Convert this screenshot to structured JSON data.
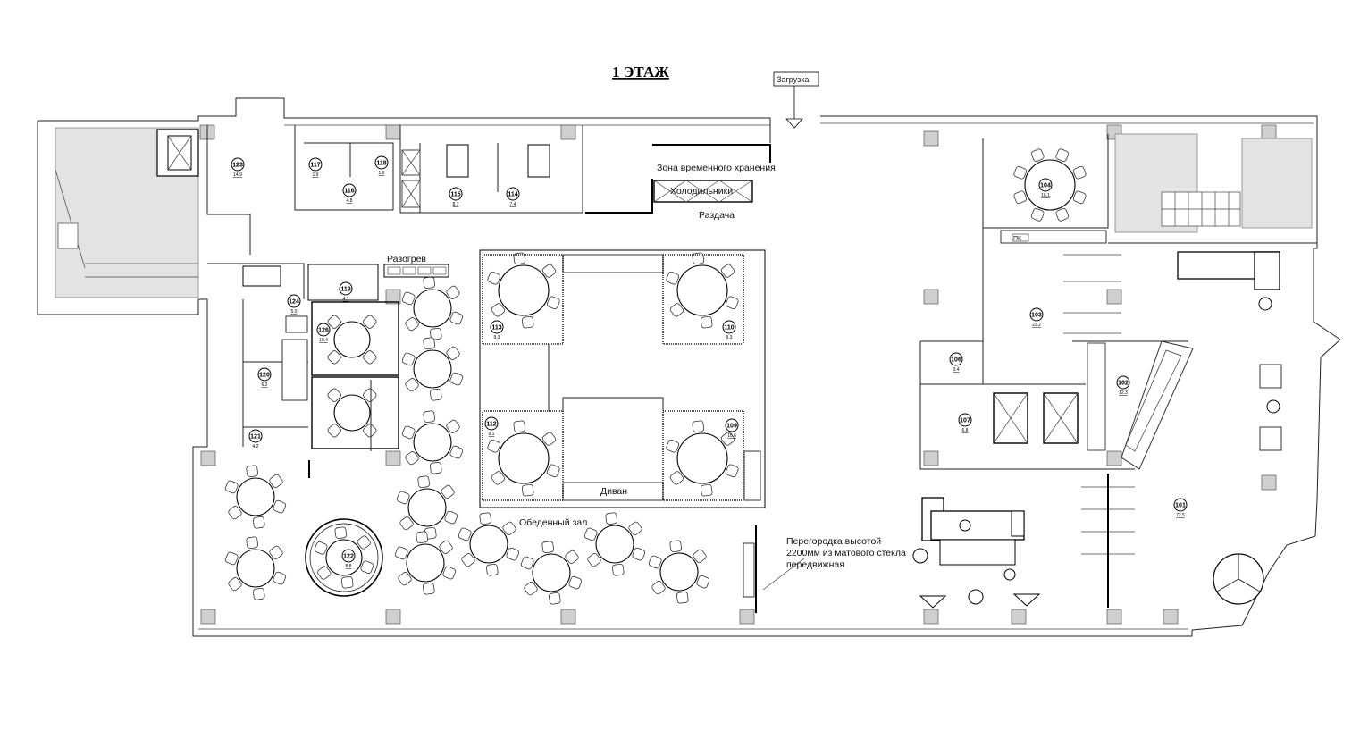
{
  "title": "1 ЭТАЖ",
  "labels": {
    "loading": "Загрузка",
    "temp_storage": "Зона временного хранения",
    "fridges": "Холодильники",
    "serving": "Раздача",
    "heating": "Разогрев",
    "dining_hall": "Обеденный зал",
    "sofa": "Диван",
    "pc": "ПК",
    "partition_line1": "Перегородка высотой",
    "partition_line2": "2200мм из матового стекла",
    "partition_line3": "передвижная"
  },
  "rooms": [
    {
      "id": "123",
      "area": "14.9"
    },
    {
      "id": "117",
      "area": "1.9"
    },
    {
      "id": "118",
      "area": "1.9"
    },
    {
      "id": "116",
      "area": "4.8"
    },
    {
      "id": "115",
      "area": "8.7"
    },
    {
      "id": "114",
      "area": "7.4"
    },
    {
      "id": "124",
      "area": "5.0"
    },
    {
      "id": "119",
      "area": "4.1"
    },
    {
      "id": "126",
      "area": "10.4"
    },
    {
      "id": "120",
      "area": "6.2"
    },
    {
      "id": "121",
      "area": "4.2"
    },
    {
      "id": "122",
      "area": "8.8"
    },
    {
      "id": "113",
      "area": "9.3"
    },
    {
      "id": "110",
      "area": "9.3"
    },
    {
      "id": "112",
      "area": "9.1"
    },
    {
      "id": "109",
      "area": "10.6"
    },
    {
      "id": "104",
      "area": "16.1"
    },
    {
      "id": "103",
      "area": "23.2"
    },
    {
      "id": "106",
      "area": "3.4"
    },
    {
      "id": "107",
      "area": "6.8"
    },
    {
      "id": "102",
      "area": "12.3"
    },
    {
      "id": "101",
      "area": "72.5"
    }
  ]
}
